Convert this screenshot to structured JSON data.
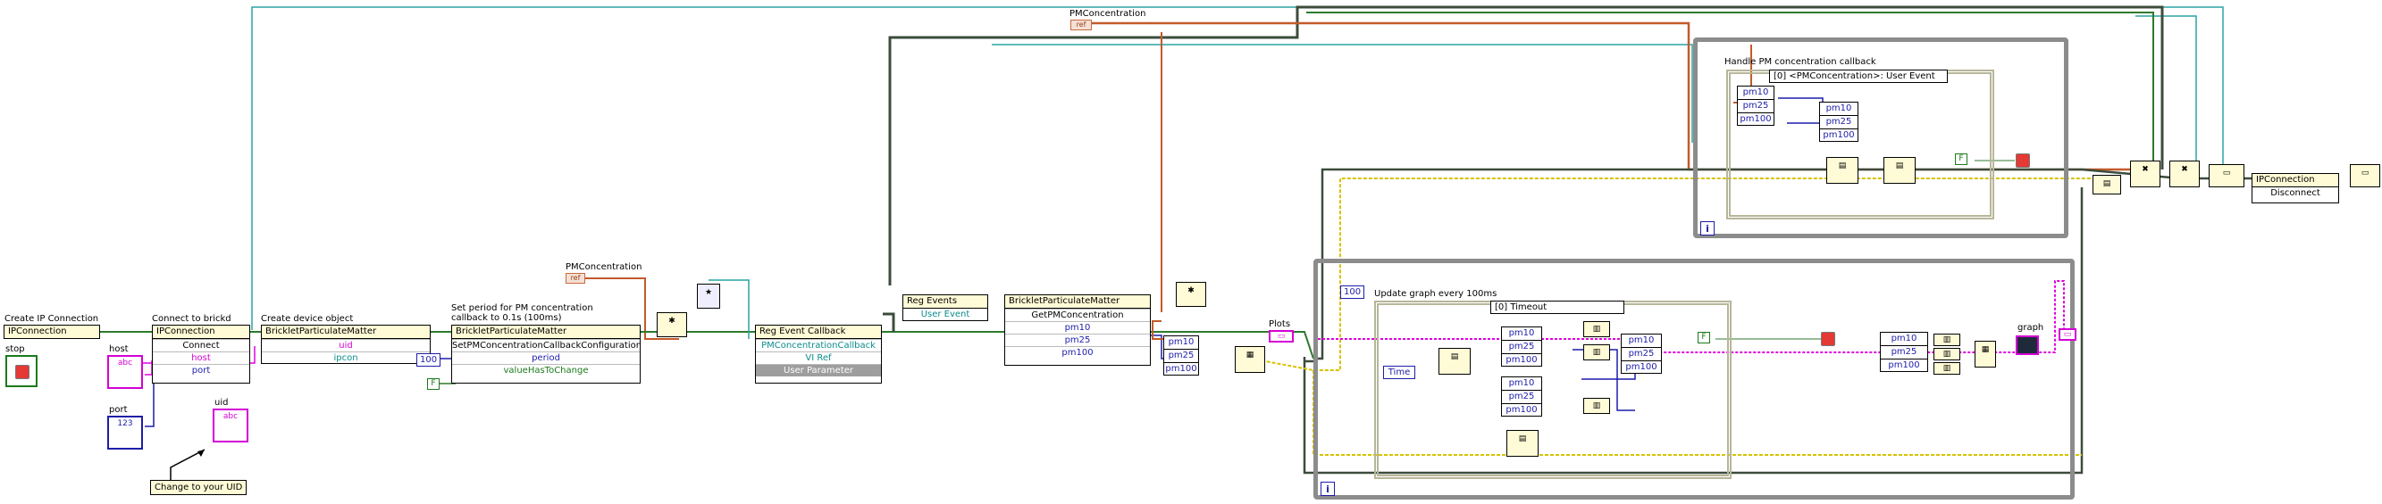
{
  "labels": {
    "create_ip": "Create IP Connection",
    "connect": "Connect to brickd",
    "create_device": "Create device object",
    "set_period": "Set period for PM concentration callback to 0.1s (100ms)",
    "pm_top": "PMConcentration",
    "pm_mid": "PMConcentration",
    "handle_cb": "Handle PM concentration callback",
    "update_graph": "Update graph every 100ms",
    "plots": "Plots",
    "graph": "graph",
    "stop": "stop",
    "host": "host",
    "port": "port",
    "uid": "uid",
    "change_uid": "Change to your UID",
    "time": "Time"
  },
  "nodes": {
    "ipconn": {
      "title": "IPConnection"
    },
    "connect_node": {
      "title": "IPConnection",
      "method": "Connect",
      "p1": "host",
      "p2": "port"
    },
    "device_node": {
      "title": "BrickletParticulateMatter",
      "p1": "uid",
      "p2": "ipcon"
    },
    "setcb_node": {
      "title": "BrickletParticulateMatter",
      "method": "SetPMConcentrationCallbackConfiguration",
      "p1": "period",
      "p2": "valueHasToChange"
    },
    "reg_cb": {
      "title": "Reg Event Callback",
      "p1": "PMConcentrationCallback",
      "p2": "VI Ref",
      "p3": "User Parameter"
    },
    "reg_events": {
      "title": "Reg Events",
      "p1": "User Event"
    },
    "getpm_node": {
      "title": "BrickletParticulateMatter",
      "method": "GetPMConcentration",
      "p1": "pm10",
      "p2": "pm25",
      "p3": "pm100"
    },
    "disconnect_node": {
      "title": "IPConnection",
      "method": "Disconnect"
    }
  },
  "constants": {
    "period_value": "100",
    "timeout_value": "100",
    "bool_false": "F"
  },
  "pm_fields": {
    "a": "pm10",
    "b": "pm25",
    "c": "pm100"
  },
  "selectors": {
    "event_case": "[0] <PMConcentration>: User Event",
    "timeout_case": "[0] Timeout"
  },
  "loop_index": "i",
  "colors": {
    "blue_wire": "#1d1daa",
    "magenta_wire": "#e000e0",
    "teal_wire": "#2aa3a3",
    "orange_wire": "#c45a2a",
    "dark_wire": "#3c4c3c",
    "yellow_wire": "#d8c200",
    "green_wire": "#2d7a2d"
  }
}
